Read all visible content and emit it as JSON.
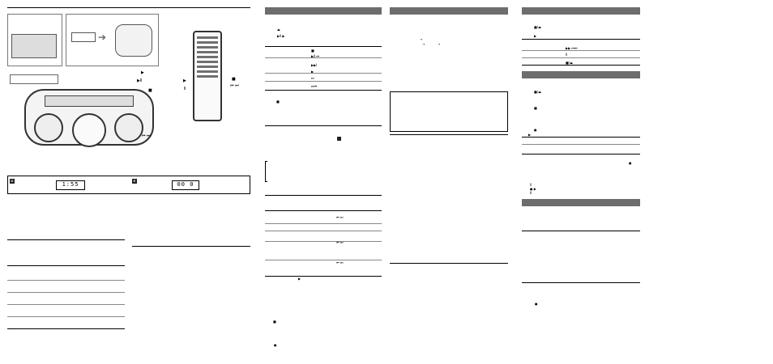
{
  "page1": {
    "figure_tags": {
      "tag_a": "D",
      "tag_b": "E"
    },
    "lcd_a": "1:55",
    "lcd_b": "00 0",
    "glyph_labels": {
      "play": "▶",
      "stop": "■",
      "prev_next": "⏮ ⏭",
      "play_pause": "▶Ⅱ"
    }
  },
  "col2": {
    "glyphs": [
      "⏏",
      "▶Ⅱ ▶",
      "■",
      "▶Ⅱ ⏮",
      "▶▶Ⅰ",
      "▶",
      "⏭",
      "⏭⏮",
      "■"
    ]
  },
  "col3": {
    "arrows": [
      "→",
      "→",
      "→"
    ]
  },
  "col4": {
    "glyphs": [
      "■/⏏",
      "▶",
      "▶▶ ⏮⏮",
      "Ⅱ",
      "■/⏏",
      "■",
      "●",
      "▶",
      "Ⅱ",
      "● ▶",
      "Ⅱ",
      "●"
    ]
  }
}
